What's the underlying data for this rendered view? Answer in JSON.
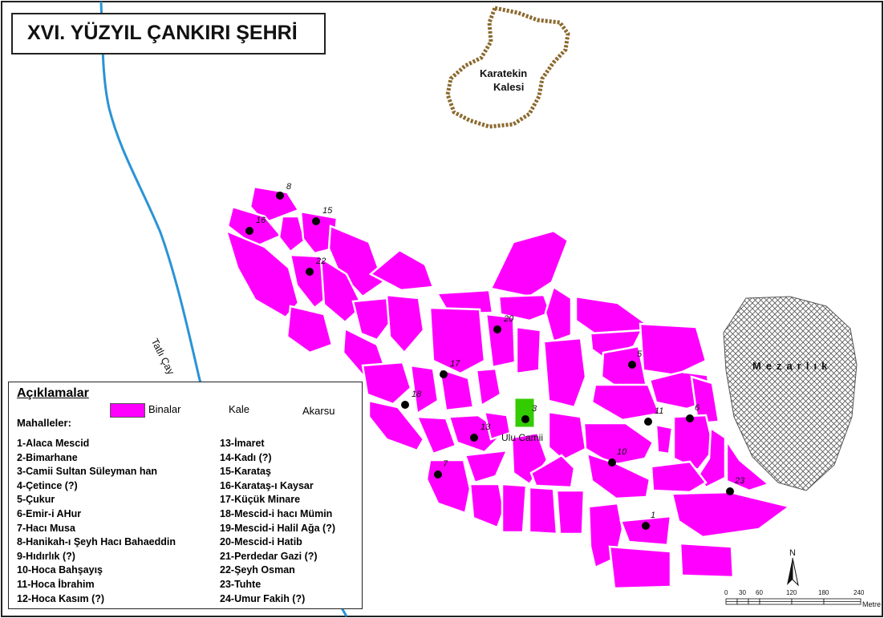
{
  "title": "XVI. YÜZYIL ÇANKIRI ŞEHRİ",
  "labels": {
    "fortress": [
      "Karatekin",
      "Kalesi"
    ],
    "river": "Tatlı Çay",
    "cemetery": "Mezarlık",
    "mosque": "Ulu Camii"
  },
  "legend": {
    "heading": "Açıklamalar",
    "symbols": {
      "buildings": "Binalar",
      "castle": "Kale",
      "river": "Akarsu"
    },
    "neighborhoods_heading": "Mahalleler:",
    "neighborhoods": [
      "1-Alaca Mescid",
      "2-Bimarhane",
      "3-Camii Sultan Süleyman han",
      "4-Çetince (?)",
      "5-Çukur",
      "6-Emir-i AHur",
      "7-Hacı Musa",
      "8-Hanikah-ı Şeyh Hacı Bahaeddin",
      "9-Hıdırlık (?)",
      "10-Hoca Bahşayış",
      "11-Hoca İbrahim",
      "12-Hoca Kasım (?)",
      "13-İmaret",
      "14-Kadı (?)",
      "15-Karataş",
      "16-Karataş-ı Kaysar",
      "17-Küçük Minare",
      "18-Mescid-i hacı Mümin",
      "19-Mescid-i Halil Ağa (?)",
      "20-Mescid-i Hatib",
      "21-Perdedar Gazi (?)",
      "22-Şeyh Osman",
      "23-Tuhte",
      "24-Umur Fakih (?)"
    ]
  },
  "points": [
    {
      "n": "8"
    },
    {
      "n": "16"
    },
    {
      "n": "15"
    },
    {
      "n": "22"
    },
    {
      "n": "20"
    },
    {
      "n": "17"
    },
    {
      "n": "18"
    },
    {
      "n": "13"
    },
    {
      "n": "3"
    },
    {
      "n": "7"
    },
    {
      "n": "5"
    },
    {
      "n": "11"
    },
    {
      "n": "6"
    },
    {
      "n": "10"
    },
    {
      "n": "23"
    },
    {
      "n": "1"
    }
  ],
  "scale": {
    "ticks": [
      "0",
      "30",
      "60",
      "120",
      "180",
      "240"
    ],
    "unit": "Metre"
  },
  "north": "N",
  "colors": {
    "buildings": "#ff00ff",
    "mosque": "#33cc00",
    "river": "#2a93d5",
    "castle": "#8b6a2e",
    "cemetery_hatch": "#555555"
  }
}
